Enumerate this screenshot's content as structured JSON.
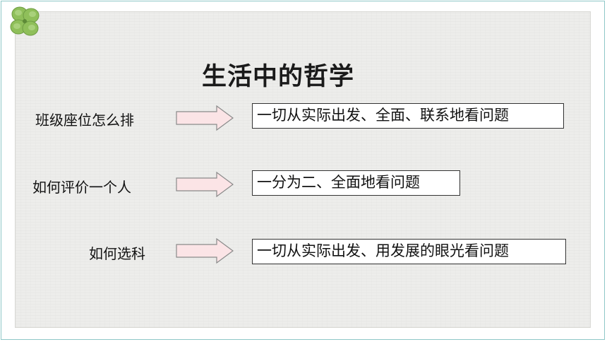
{
  "slide": {
    "title": "生活中的哲学",
    "rows": [
      {
        "question": "班级座位怎么排",
        "answer": "一切从实际出发、全面、联系地看问题"
      },
      {
        "question": "如何评价一个人",
        "answer": "一分为二、全面地看问题"
      },
      {
        "question": "如何选科",
        "answer": "一切从实际出发、用发展的眼光看问题"
      }
    ]
  },
  "colors": {
    "arrow_fill": "#fbe4e6",
    "arrow_stroke": "#8a8a8a",
    "background": "#ededeb",
    "border_accent": "#8fc7c7",
    "clover": "#8fbf5a"
  },
  "icons": {
    "decoration": "four-leaf-clover-icon",
    "pointer": "right-arrow-icon"
  }
}
